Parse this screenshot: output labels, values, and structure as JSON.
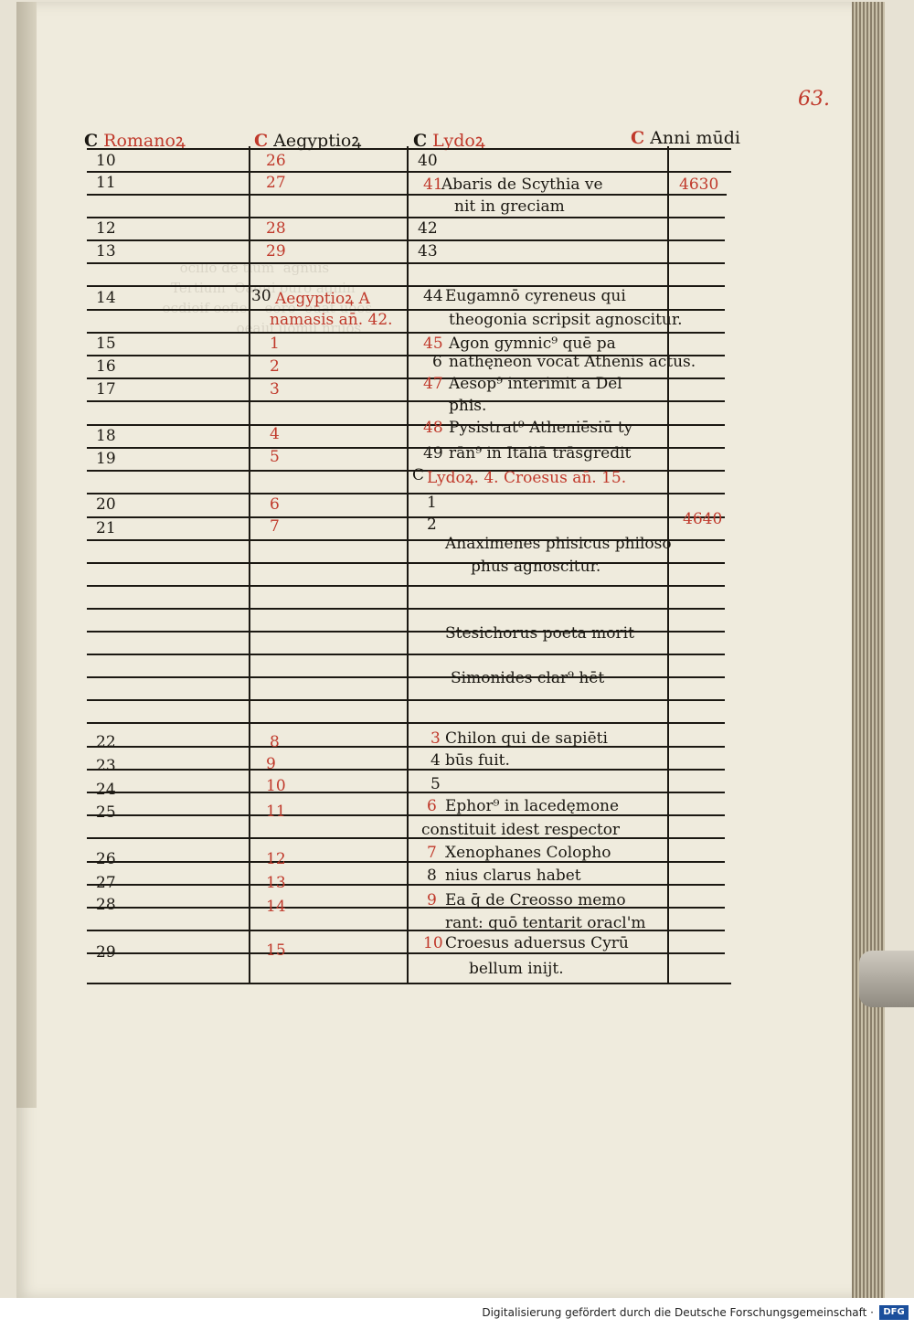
{
  "folio": "63.",
  "headers": {
    "romanorum": "Romanoꝝ",
    "aegyptiorum": "Aegyptioꝝ",
    "lydorum": "Lydoꝝ",
    "anni_mundi": "Anni mūdi"
  },
  "col_romanorum": [
    "10",
    "11",
    "12",
    "13",
    "14",
    "15",
    "16",
    "17",
    "18",
    "19",
    "20",
    "21",
    "22",
    "23",
    "24",
    "25",
    "26",
    "27",
    "28",
    "29"
  ],
  "col_aegyptiorum": [
    "26",
    "27",
    "28",
    "29",
    "30",
    "1",
    "2",
    "3",
    "4",
    "5",
    "6",
    "7",
    "8",
    "9",
    "10",
    "11",
    "12",
    "13",
    "14",
    "15"
  ],
  "aegypt_heading": [
    "Aegyptioꝝ A",
    "namasis an̄. 42."
  ],
  "col_lydorum_nums": [
    "40",
    "41",
    "42",
    "43",
    "44",
    "45",
    "6",
    "47",
    "48",
    "49",
    "1",
    "2",
    "3",
    "4",
    "5",
    "6",
    "7",
    "8",
    "9",
    "10"
  ],
  "lydorum_heading": "Lydoꝝ. 4. Croesus an̄. 15.",
  "entries": [
    "Abaris de Scythia ve",
    "nit in greciam",
    "Eugamnō cyreneus qui",
    "theogonia scripsit agnoscitur.",
    "Agon gymnic⁹ quē pa",
    "nathęneon vocāt Athenis actus.",
    "Aesop⁹ interimit a Del",
    "phis.",
    "Pysistrat⁹ Atheniēsiū ty",
    "rān⁹ in Italiā trāsgredit",
    "Anaximenes phisicus philoso",
    "phus agnoscitur.",
    "Stesichorus poeta morit",
    "Simonides clar⁹ hēt",
    "Chilon qui de sapiēti",
    "būs fuit.",
    "Ephor⁹ in lacedęmone",
    "constituit idest respector",
    "Xenophanes Colopho",
    "nius clarus habet",
    "Ea q̄ de Creosso memo",
    "rant: quō tentarit oracl'm",
    "Croesus aduersus Cyrū",
    "bellum inijt."
  ],
  "anni_mundi": [
    "4630",
    "4640"
  ],
  "footer_text": "Digitalisierung gefördert durch die Deutsche Forschungsgemeinschaft ·",
  "footer_logo": "DFG",
  "colors": {
    "rubric": "#c0392b",
    "ink": "#1b1812",
    "paper": "#efebdd"
  }
}
